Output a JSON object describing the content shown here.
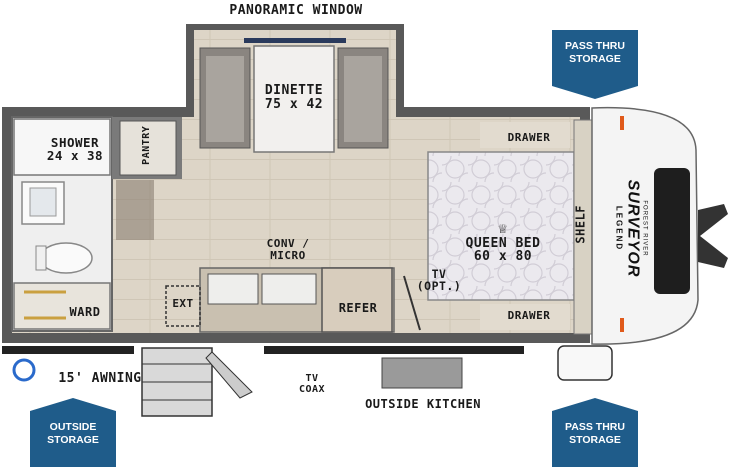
{
  "header": {
    "panoramic_window": "PANORAMIC WINDOW"
  },
  "rooms": {
    "dinette": {
      "name": "DINETTE",
      "size": "75 x 42"
    },
    "shower": {
      "name": "SHOWER",
      "size": "24 x 38"
    },
    "pantry": "PANTRY",
    "queen_bed": {
      "name": "QUEEN BED",
      "size": "60 x 80"
    },
    "drawer_top": "DRAWER",
    "drawer_bottom": "DRAWER",
    "shelf": "SHELF",
    "conv_micro": {
      "line1": "CONV /",
      "line2": "MICRO"
    },
    "ext": "EXT",
    "refer": "REFER",
    "tv": {
      "line1": "TV",
      "line2": "(OPT.)"
    },
    "ward": "WARD"
  },
  "exterior": {
    "awning": "15' AWNING",
    "tv_coax": {
      "line1": "TV",
      "line2": "COAX"
    },
    "outside_kitchen": "OUTSIDE KITCHEN"
  },
  "badges": {
    "pass_thru_top": {
      "line1": "PASS THRU",
      "line2": "STORAGE"
    },
    "pass_thru_bottom": {
      "line1": "PASS THRU",
      "line2": "STORAGE"
    },
    "outside_storage": {
      "line1": "OUTSIDE",
      "line2": "STORAGE"
    }
  },
  "brand": {
    "top": "FOREST RIVER",
    "name": "SURVEYOR",
    "sub": "LEGEND"
  },
  "colors": {
    "badge": "#1f5c8a",
    "wall": "#5a5a5a",
    "floor": "#ded6c8"
  }
}
